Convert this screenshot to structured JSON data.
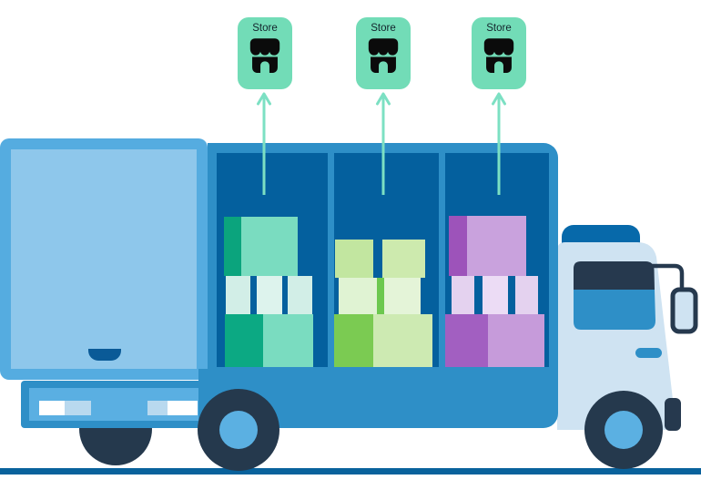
{
  "illustration": {
    "name": "delivery-truck-to-stores",
    "stores": [
      {
        "label": "Store"
      },
      {
        "label": "Store"
      },
      {
        "label": "Store"
      }
    ]
  },
  "palette": {
    "badge_mint": "#72dcb7",
    "arrow_mint": "#7ce0c3",
    "truck_blue": "#2e8fc7",
    "compartment_blue": "#04609e",
    "rear_door_fill": "#8ec7eb",
    "rear_door_border": "#55ace0",
    "cab_light_blue": "#cfe3f2",
    "roof_blue": "#0769aa",
    "navy": "#25394d",
    "ground_blue": "#09629c",
    "teal_dark": "#0ba47d",
    "teal": "#7adcc0",
    "teal_light": "#d2eee7",
    "green_bright": "#7bcb52",
    "green_mid": "#c2e6a0",
    "green_light": "#e0f3d3",
    "purple_dark": "#9d53ba",
    "purple": "#c69bda",
    "purple_light": "#e4d2ef"
  }
}
